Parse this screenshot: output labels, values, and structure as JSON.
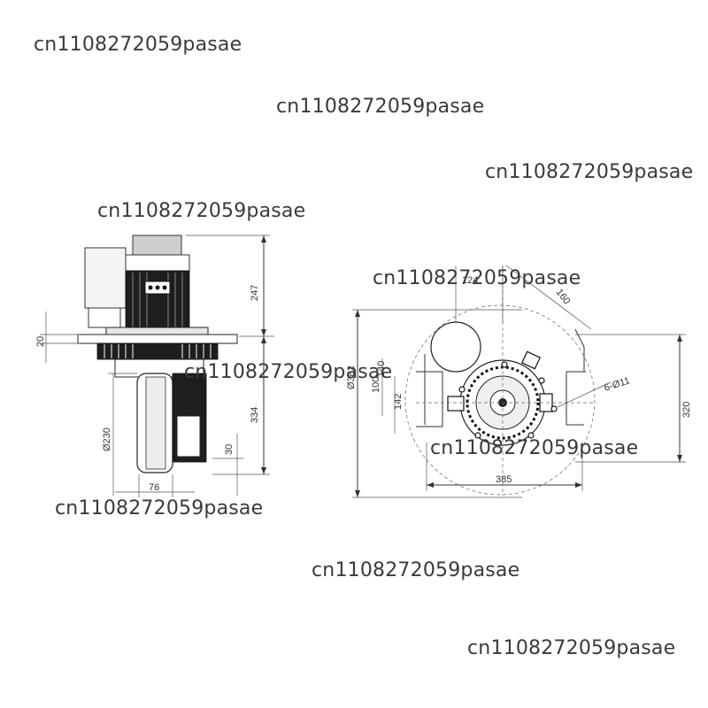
{
  "watermarks": [
    "cn1108272059pasae",
    "cn1108272059pasae",
    "cn1108272059pasae",
    "cn1108272059pasae",
    "cn1108272059pasae",
    "cn1108272059pasae",
    "cn1108272059pasae",
    "cn1108272059pasae",
    "cn1108272059pasae"
  ],
  "side_view": {
    "dim_height_top": "247",
    "dim_height_bottom": "334",
    "dim_flange": "20",
    "dim_wheel_diameter": "Ø230",
    "dim_wheel_width": "76",
    "dim_ground": "30"
  },
  "top_view": {
    "dim_overall_diameter": "Ø382",
    "dim_inner_a": "100",
    "dim_inner_b": "140",
    "dim_inner_c": "142",
    "dim_top_a": "124",
    "dim_top_b": "160",
    "dim_holes": "6-Ø11",
    "dim_height": "320",
    "dim_width": "385"
  }
}
